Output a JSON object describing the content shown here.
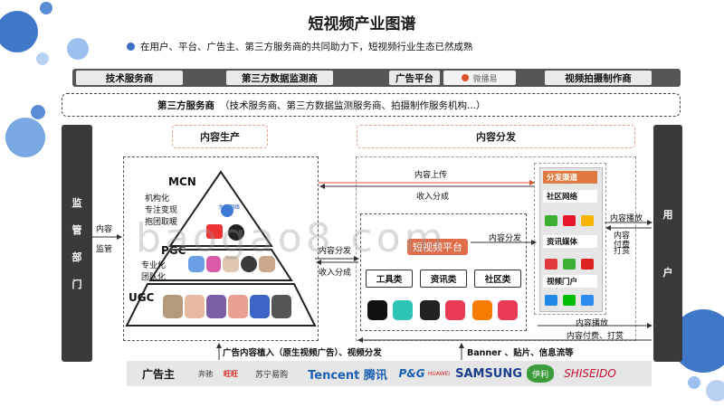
{
  "title": "短视频产业图谱",
  "subtitle": "在用户、平台、广告主、第三方服务商的共同助力下，短视频行业生态已然成熟",
  "top_bar": {
    "items": [
      "技术服务商",
      "第三方数据监测商",
      "广告平台",
      "视频拍摄制作商"
    ],
    "ad_logo_text": "微播易"
  },
  "third_party": {
    "label": "第三方服务商",
    "detail": "（技术服务商、第三方数据监测服务商、拍摄制作服务机构...）"
  },
  "left_side": {
    "chars": [
      "监",
      "管",
      "部",
      "门"
    ]
  },
  "right_side": {
    "chars": [
      "用",
      "户"
    ]
  },
  "content_production": {
    "label": "内容生产",
    "tiers": [
      {
        "name": "MCN",
        "notes": [
          "机构化",
          "专注变现",
          "抱团取暖"
        ]
      },
      {
        "name": "PGC",
        "notes": [
          "专业化",
          "团队化"
        ]
      },
      {
        "name": "UGC",
        "notes": []
      }
    ],
    "mcn_logo_text": "大禹网络"
  },
  "content_distribution": {
    "label": "内容分发",
    "upload": "内容上传",
    "revenue_share": "收入分成",
    "platform_center": "短视频平台",
    "categories": [
      "工具类",
      "资讯类",
      "社区类"
    ]
  },
  "regulation": {
    "line1": "内容",
    "line2": "监管"
  },
  "flows": {
    "distribution_mid": "内容分发",
    "revenue_mid": "收入分成",
    "distribution_right": "内容分发",
    "play": "内容播放",
    "paid": "内容付费",
    "tip": "打赏",
    "bottom_play": "内容播放",
    "bottom_paid_tip": "内容付费、打赏"
  },
  "channels": {
    "header": "分发渠道",
    "community": "社区网络",
    "news": "资讯媒体",
    "video_portal": "视频门户"
  },
  "ad_flows": {
    "left": "广告内容植入（原生视频广告）、视频分发",
    "right": "Banner 、贴片、信息流等"
  },
  "advertisers": {
    "label": "广告主",
    "brands": [
      "奔驰",
      "旺旺",
      "苏宁易购",
      "Tencent 腾讯",
      "P&G",
      "HUAWEI",
      "SAMSUNG",
      "伊利",
      "SHISEIDO"
    ]
  },
  "watermark": "baogao8.com",
  "colors": {
    "accent_blue": "#3b6fc4",
    "dark_panel": "#3a3a3a",
    "bar_gray": "#565656",
    "dash_orange": "#e8a08a"
  }
}
